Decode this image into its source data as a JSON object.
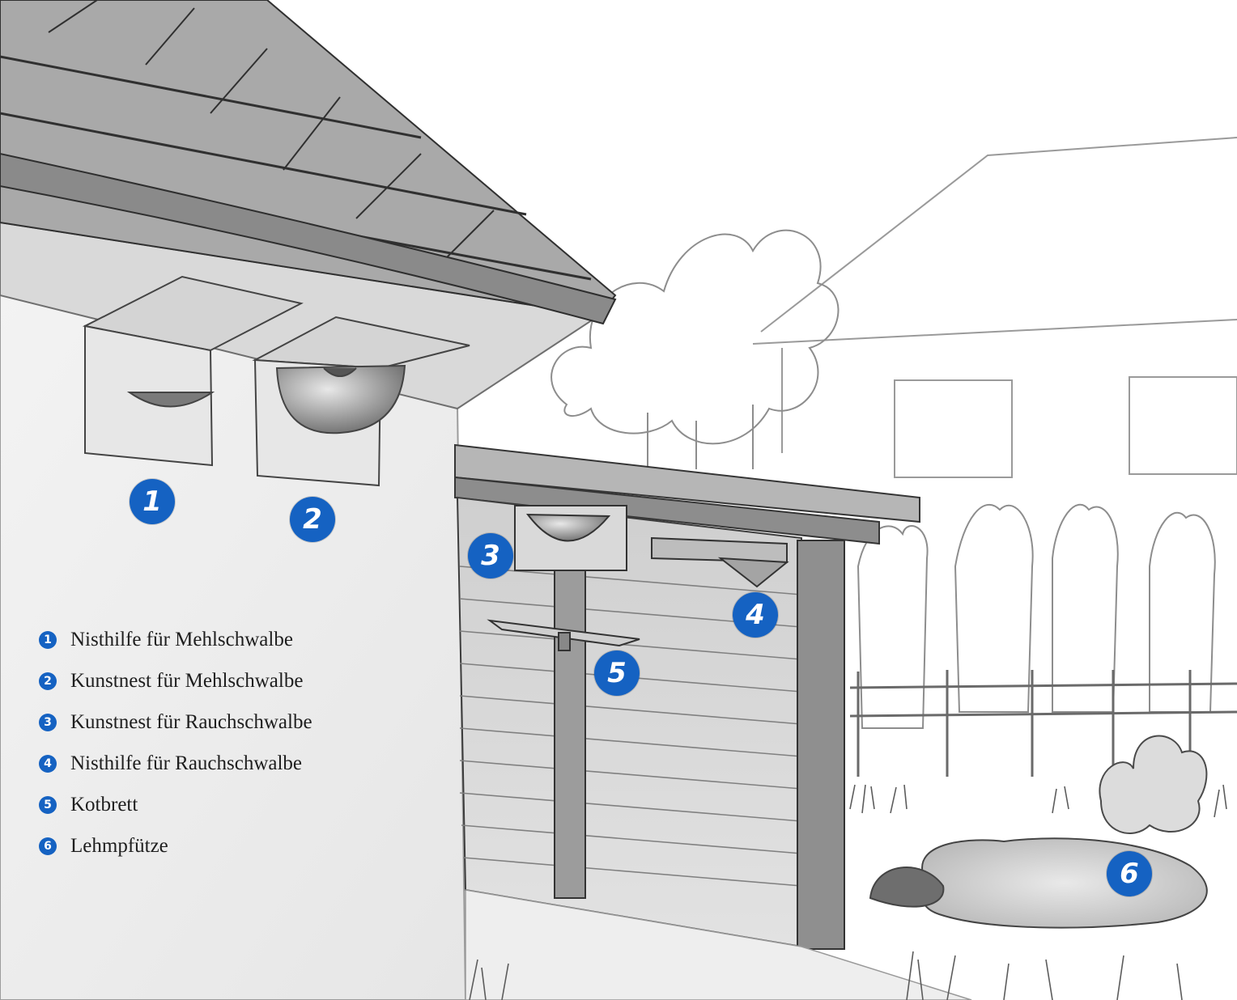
{
  "colors": {
    "accent": "#1562c2",
    "pencil": "#3a3a3a",
    "paper": "#ffffff"
  },
  "markers": [
    {
      "number": "1"
    },
    {
      "number": "2"
    },
    {
      "number": "3"
    },
    {
      "number": "4"
    },
    {
      "number": "5"
    },
    {
      "number": "6"
    }
  ],
  "legend": [
    {
      "number": "1",
      "label": "Nisthilfe für Mehlschwalbe"
    },
    {
      "number": "2",
      "label": "Kunstnest für Mehlschwalbe"
    },
    {
      "number": "3",
      "label": "Kunstnest für Rauchschwalbe"
    },
    {
      "number": "4",
      "label": "Nisthilfe für Rauchschwalbe"
    },
    {
      "number": "5",
      "label": "Kotbrett"
    },
    {
      "number": "6",
      "label": "Lehmpfütze"
    }
  ]
}
